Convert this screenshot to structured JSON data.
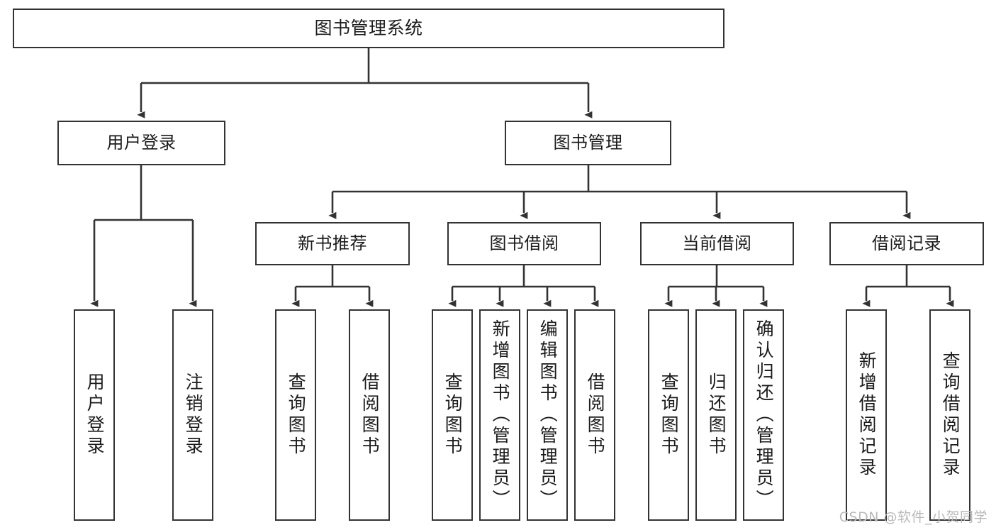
{
  "diagram": {
    "type": "tree",
    "title": "图书管理系统",
    "watermark": "CSDN @软件_小贺同学",
    "colors": {
      "box_border": "#333333",
      "box_fill": "#ffffff",
      "connector": "#333333",
      "text": "#1b1b1b",
      "watermark": "#b9b9b9"
    },
    "nodes": {
      "root": {
        "label": "图书管理系统"
      },
      "level2": [
        {
          "label": "用户登录"
        },
        {
          "label": "图书管理"
        }
      ],
      "level3": [
        {
          "label": "新书推荐"
        },
        {
          "label": "图书借阅"
        },
        {
          "label": "当前借阅"
        },
        {
          "label": "借阅记录"
        }
      ],
      "leaves": {
        "user_login": [
          {
            "label": "用户登录"
          },
          {
            "label": "注销登录"
          }
        ],
        "new_book_recommend": [
          {
            "label": "查询图书"
          },
          {
            "label": "借阅图书"
          }
        ],
        "book_borrow": [
          {
            "label": "查询图书"
          },
          {
            "label": "新增图书（管理员）"
          },
          {
            "label": "编辑图书（管理员）"
          },
          {
            "label": "借阅图书"
          }
        ],
        "current_borrow": [
          {
            "label": "查询图书"
          },
          {
            "label": "归还图书"
          },
          {
            "label": "确认归还（管理员）"
          }
        ],
        "borrow_records": [
          {
            "label": "新增借阅记录"
          },
          {
            "label": "查询借阅记录"
          }
        ]
      }
    }
  }
}
